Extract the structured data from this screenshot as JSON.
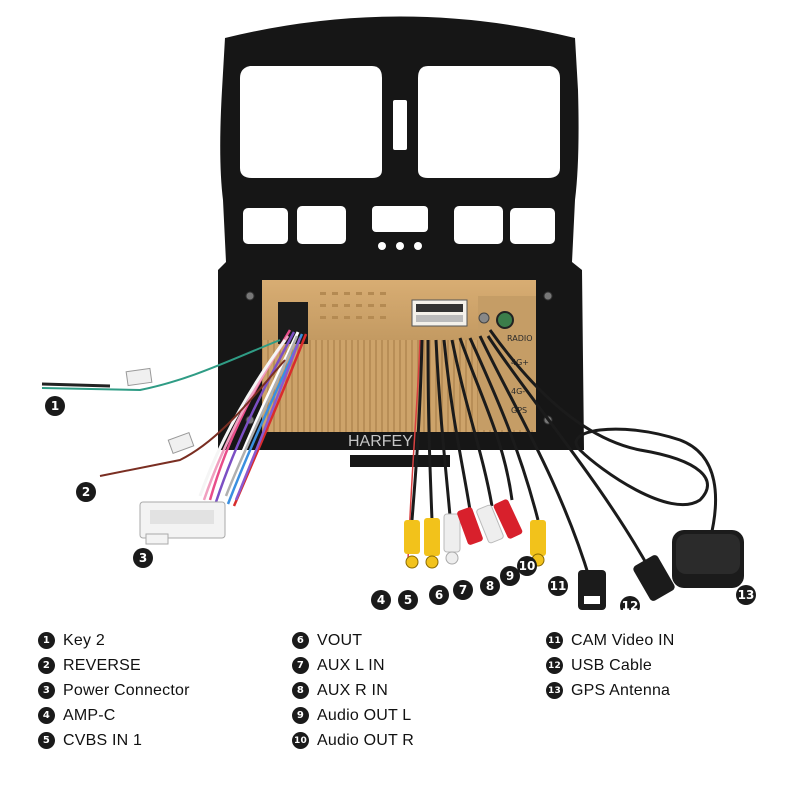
{
  "brand_watermark": "HARFEY",
  "unit_labels": {
    "radio": "RADIO",
    "fourg": "4G+",
    "fourg_minus": "4G-",
    "gps": "GPS"
  },
  "legend": [
    {
      "num": "1",
      "label": "Key 2"
    },
    {
      "num": "2",
      "label": "REVERSE"
    },
    {
      "num": "3",
      "label": "Power Connector"
    },
    {
      "num": "4",
      "label": "AMP-C"
    },
    {
      "num": "5",
      "label": "CVBS IN 1"
    },
    {
      "num": "6",
      "label": "VOUT"
    },
    {
      "num": "7",
      "label": "AUX L IN"
    },
    {
      "num": "8",
      "label": "AUX R IN"
    },
    {
      "num": "9",
      "label": "Audio OUT L"
    },
    {
      "num": "10",
      "label": "Audio OUT R"
    },
    {
      "num": "11",
      "label": "CAM Video IN"
    },
    {
      "num": "12",
      "label": "USB Cable"
    },
    {
      "num": "13",
      "label": "GPS Antenna"
    }
  ],
  "colors": {
    "frame": "#161616",
    "unit_gold": "#cfa46a",
    "cable_black": "#1b1b1b",
    "rca_yellow": "#f2c21b",
    "rca_red": "#d8202c",
    "rca_white": "#eeeeee",
    "marker": "#1a1a1a"
  }
}
